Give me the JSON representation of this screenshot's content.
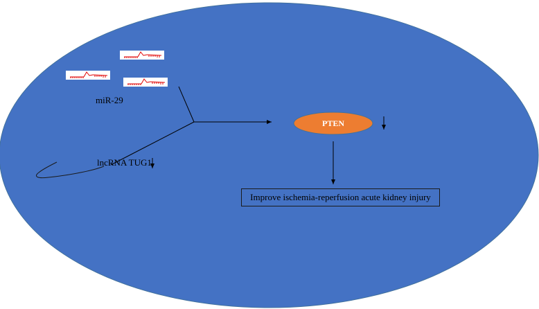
{
  "diagram": {
    "mirna_label": "miR-29",
    "lncrna_label": "lncRNA TUG1",
    "pten_label": "PTEN",
    "outcome_label": "Improve ischemia-reperfusion acute kidney injury"
  },
  "colors": {
    "background_ellipse": "#4472c4",
    "pten_node": "#ed7d31",
    "mirna_strand": "#e00000",
    "line": "#000000"
  }
}
